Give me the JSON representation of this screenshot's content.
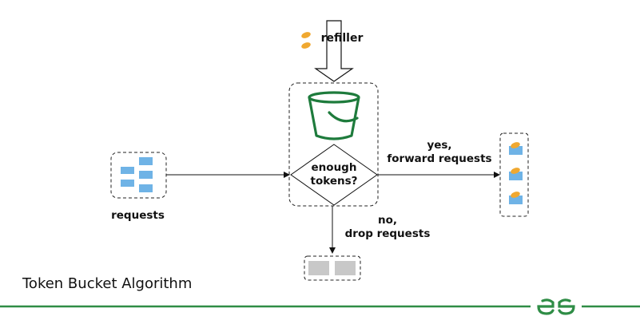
{
  "diagram": {
    "title": "Token Bucket Algorithm",
    "refiller_label": "refiller",
    "decision_line1": "enough",
    "decision_line2": "tokens?",
    "requests_label": "requests",
    "yes_line1": "yes,",
    "yes_line2": "forward requests",
    "no_line1": "no,",
    "no_line2": "drop requests",
    "icons": {
      "bucket": "bucket-icon",
      "token": "coin-token-icon",
      "request": "request-block-icon",
      "logo": "gfg-logo-icon"
    },
    "colors": {
      "brand_green": "#2f8d46",
      "bucket_green": "#1e7b3c",
      "request_blue": "#6fb3e6",
      "token_orange": "#f0a830",
      "dropped_gray": "#c8c8c8"
    }
  }
}
